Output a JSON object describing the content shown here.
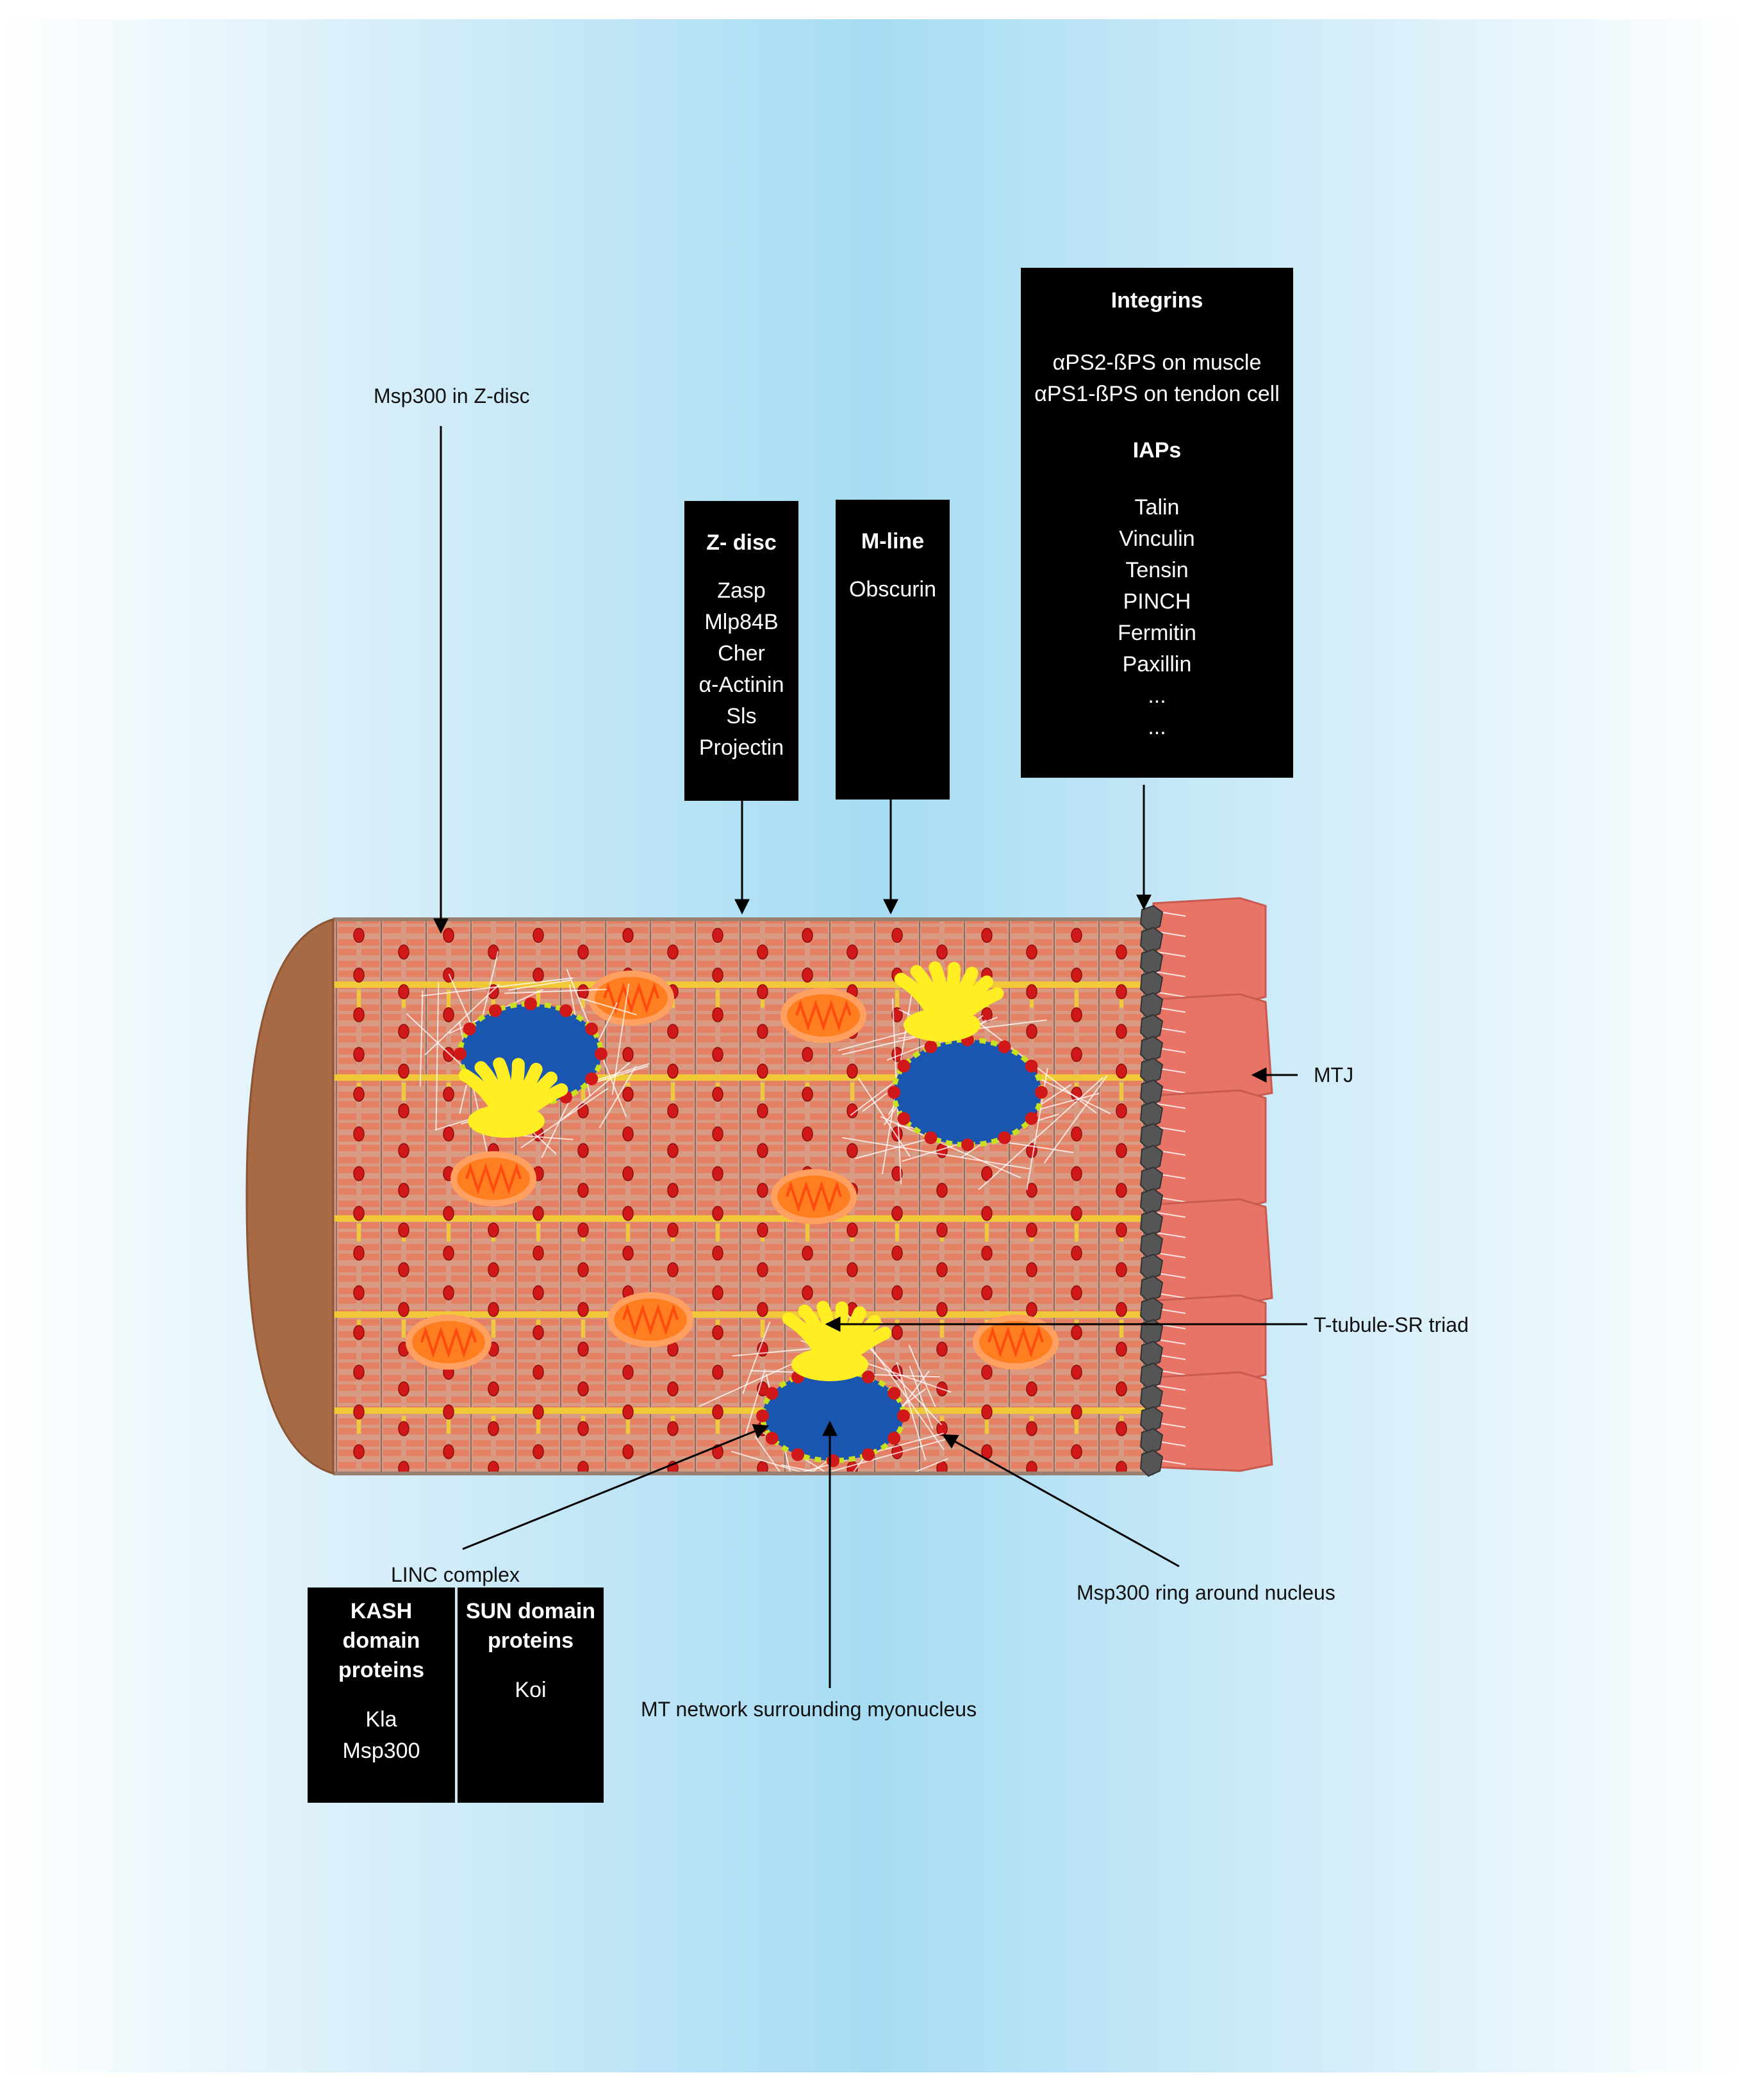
{
  "labels": {
    "msp300_zdisc": "Msp300 in Z-disc",
    "mtj": "MTJ",
    "t_tubule": "T-tubule-SR triad",
    "linc": "LINC complex",
    "msp300_ring": "Msp300 ring around nucleus",
    "mt_network": "MT network surrounding myonucleus"
  },
  "zdisc_box": {
    "title": "Z- disc",
    "items": [
      "Zasp",
      "Mlp84B",
      "Cher",
      "α-Actinin",
      "Sls",
      "Projectin"
    ]
  },
  "mline_box": {
    "title": "M-line",
    "items": [
      "Obscurin"
    ]
  },
  "integrin_box": {
    "title": "Integrins",
    "items": [
      "αPS2-ßPS on muscle",
      "αPS1-ßPS on tendon cell"
    ],
    "title2": "IAPs",
    "items2": [
      "Talin",
      "Vinculin",
      "Tensin",
      "PINCH",
      "Fermitin",
      "Paxillin",
      "...",
      "..."
    ]
  },
  "kash_box": {
    "title": "KASH domain proteins",
    "items": [
      "Kla",
      "Msp300"
    ]
  },
  "sun_box": {
    "title": "SUN domain proteins",
    "items": [
      "Koi"
    ]
  },
  "colors": {
    "fiber_body": "#c9a08c",
    "fiber_end": "#a86a45",
    "sarcomere": "#e8795c",
    "t_tubule": "#f0c838",
    "nucleus": "#1a55b0",
    "sr": "#ffee22",
    "mitochondria": "#ff7e1f",
    "tendon": "#e87468",
    "box": "#000000"
  }
}
